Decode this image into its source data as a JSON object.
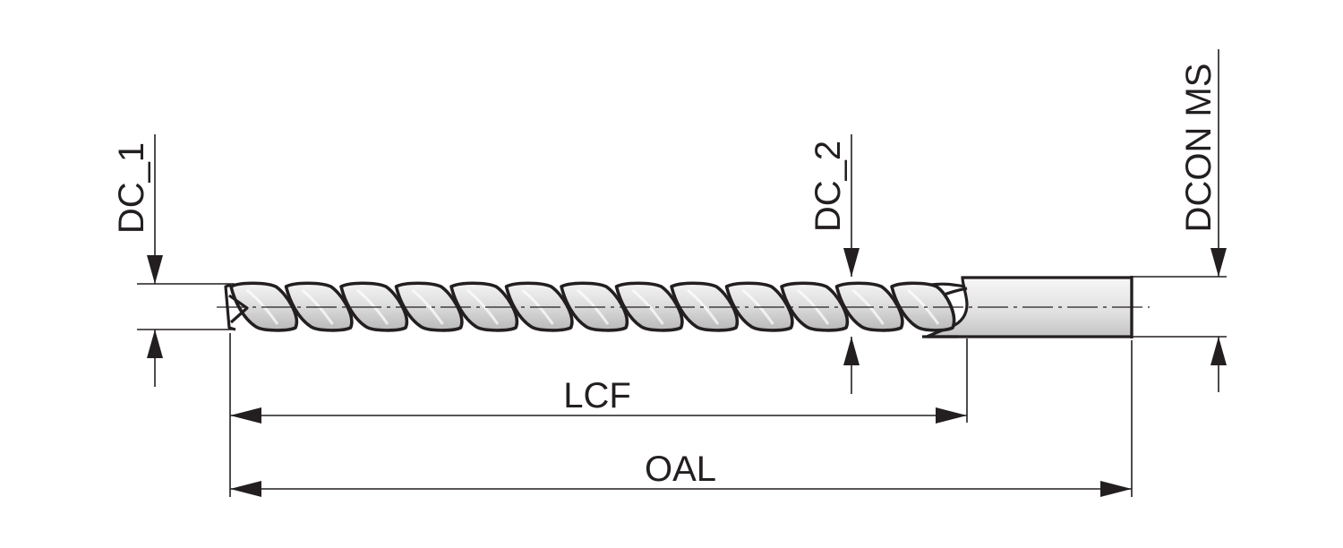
{
  "diagram": {
    "labels": {
      "dc1": "DC_1",
      "dc2": "DC_2",
      "dcon": "DCON MS",
      "lcf": "LCF",
      "oal": "OAL"
    },
    "colors": {
      "ink": "#231f20",
      "flute_light": "#f4f4f4",
      "flute_dark": "#b9b9b9",
      "shank_light": "#f7f7f7",
      "shank_dark": "#c4c4c4"
    },
    "icons": [
      "end-mill-drawing",
      "arrow-head"
    ]
  }
}
